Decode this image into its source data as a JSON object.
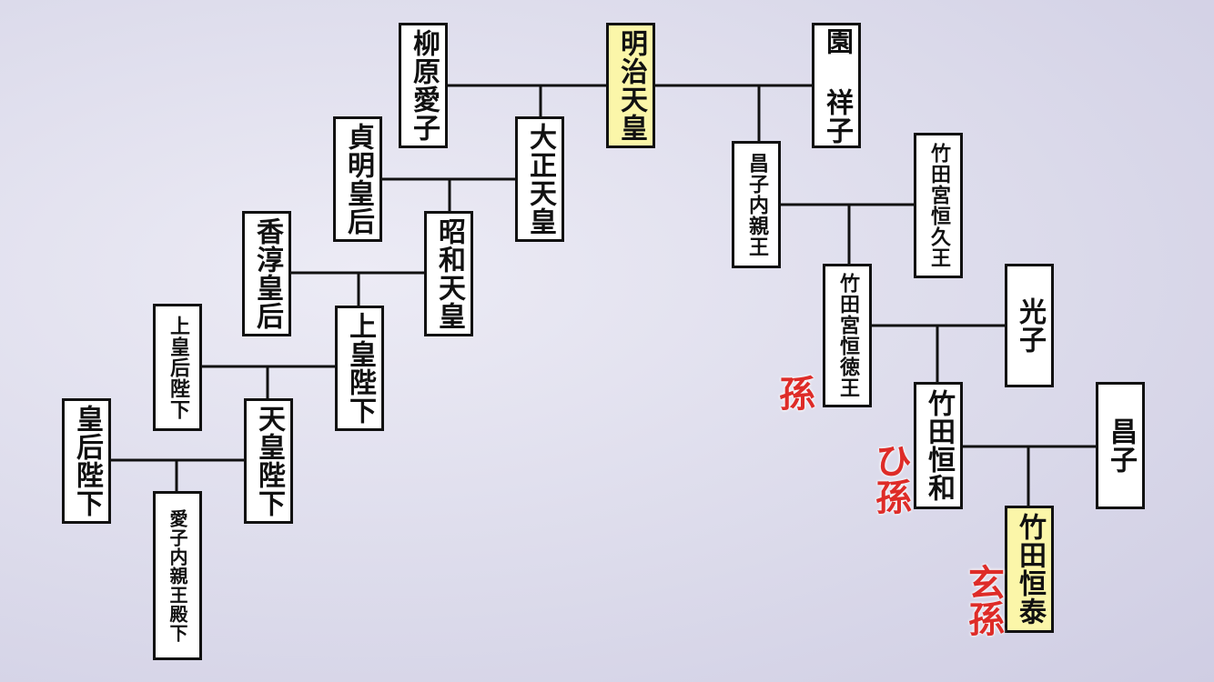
{
  "persons": {
    "yanagiwara": "柳原愛子",
    "meiji": "明治天皇",
    "sono": "園 祥子",
    "taisho": "大正天皇",
    "teimei": "貞明皇后",
    "masako": "昌子内親王",
    "tsunehisa": "竹田宮恒久王",
    "showa": "昭和天皇",
    "kojun": "香淳皇后",
    "tsunenori": "竹田宮恒徳王",
    "mitsuko": "光子",
    "joko": "上皇陛下",
    "jokogo": "上皇后陛下",
    "tenno": "天皇陛下",
    "kogo": "皇后陛下",
    "aiko": "愛子内親王殿下",
    "tsunekazu": "竹田恒和",
    "masako2": "昌子",
    "tsuneyasu": "竹田恒泰"
  },
  "labels": {
    "grandchild": "孫",
    "great_grandchild": "ひ孫",
    "great_great_grandchild": "玄孫"
  },
  "colors": {
    "highlight": "#fbf6a9",
    "label_red": "#de2c28",
    "line": "#111111"
  }
}
